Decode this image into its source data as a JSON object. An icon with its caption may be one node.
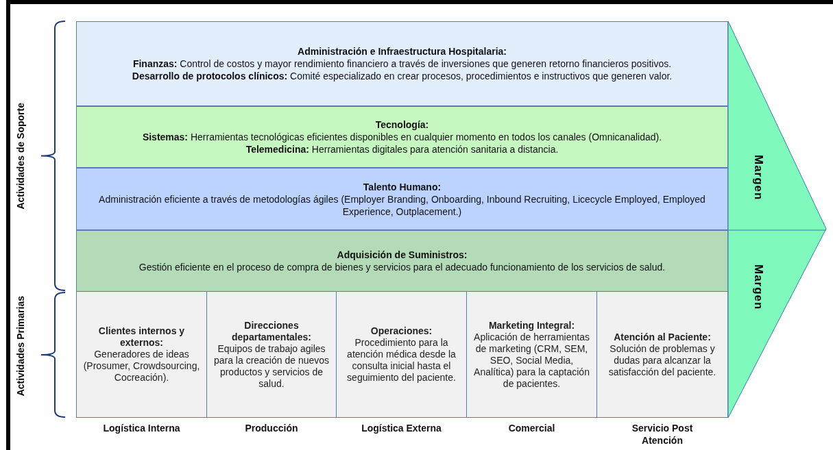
{
  "diagram": {
    "nodes": [
      {
        "text": [
          "Administración e Infraestructura Hospitalaria:",
          "**Finanzas:** Control de costos y mayor rendimiento financiero a través de inversiones que generen retorno financieros positivos.",
          "**Desarrollo de protocolos clínicos:** Comité especializado en crear procesos, procedimientos e instructivos que generen valor."
        ]
      },
      {
        "text": [
          "Tecnología:",
          "**Sistemas:** Herramientas tecnológicas eficientes disponibles en cualquier momento en todos los canales (Omnicanalidad).",
          "**Telemedicina:** Herramientas digitales para atención sanitaria a distancia."
        ]
      },
      {
        "text": [
          "Talento Humano:",
          "Administración eficiente a través de metodologías ágiles (Employer Branding, Onboarding, Inbound Recruiting, Licecycle Employed, Employed Experience, Outplacement.)"
        ]
      },
      {
        "text": [
          "Adquisición de Suministros:",
          "Gestión eficiente en el proceso de compra de bienes y servicios para el adecuado funcionamiento de los servicios de salud."
        ]
      },
      {
        "text": [
          "Clientes internos y externos:",
          "Generadores de ideas (Prosumer, Crowdsourcing, Cocreación)."
        ]
      },
      {
        "text": [
          "Direcciones departamentales:",
          "Equipos de trabajo agiles para la creación de nuevos productos y servicios de salud."
        ]
      },
      {
        "text": [
          "Operaciones:",
          "Procedimiento para la atención médica desde la consulta inicial hasta el seguimiento del paciente."
        ]
      },
      {
        "text": [
          "Marketing Integral:",
          "Aplicación de herramientas de marketing (CRM, SEM, SEO, Social Media, Analítica) para la captación de pacientes."
        ]
      },
      {
        "text": [
          "Atención al Paciente:",
          "Solución de problemas y dudas para alcanzar la satisfacción del paciente."
        ]
      },
      {
        "text": [
          "Margen",
          "Margen"
        ]
      }
    ],
    "labels": [
      "Actividades de Soporte",
      "Actividades Primarias",
      "Logística Interna",
      "Producción",
      "Logística Externa",
      "Comercial",
      "Servicio Post Atención"
    ]
  }
}
